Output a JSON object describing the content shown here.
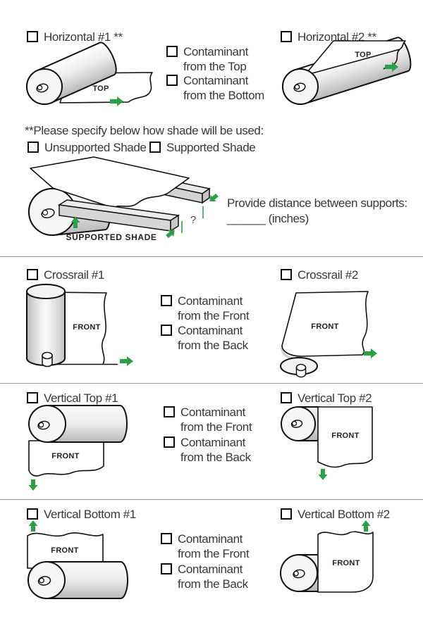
{
  "colors": {
    "arrow_green": "#2F9E48",
    "outline": "#1A1A1A",
    "text": "#383838",
    "divider": "#9A9A9A"
  },
  "horizontal_section": {
    "option1_label": "Horizontal #1 **",
    "option2_label": "Horizontal #2 **",
    "diagram1_surface": "TOP",
    "diagram2_surface": "TOP",
    "contaminant_top": "Contaminant from the Top",
    "contaminant_bottom": "Contaminant from the Bottom"
  },
  "shade_usage": {
    "instruction": "**Please specify below how shade will be used:",
    "unsupported_label": "Unsupported Shade",
    "supported_label": "Supported Shade",
    "diagram_caption": "SUPPORTED SHADE",
    "distance_marker": "?",
    "distance_prompt": "Provide distance between supports:",
    "distance_blank": "______ (inches)"
  },
  "crossrail_section": {
    "option1_label": "Crossrail #1",
    "option2_label": "Crossrail #2",
    "diagram1_surface": "FRONT",
    "diagram2_surface": "FRONT",
    "contaminant_front": "Contaminant from the Front",
    "contaminant_back": "Contaminant from the Back"
  },
  "vertical_top_section": {
    "option1_label": "Vertical Top #1",
    "option2_label": "Vertical Top #2",
    "diagram1_surface": "FRONT",
    "diagram2_surface": "FRONT",
    "contaminant_front": "Contaminant from the Front",
    "contaminant_back": "Contaminant from the Back"
  },
  "vertical_bottom_section": {
    "option1_label": "Vertical Bottom #1",
    "option2_label": "Vertical Bottom #2",
    "diagram1_surface": "FRONT",
    "diagram2_surface": "FRONT",
    "contaminant_front": "Contaminant from the Front",
    "contaminant_back": "Contaminant from the Back"
  }
}
